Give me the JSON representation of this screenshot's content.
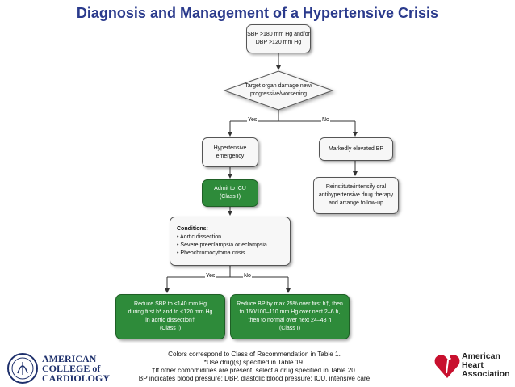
{
  "title": "Diagnosis and Management of a Hypertensive Crisis",
  "nodes": {
    "start": [
      "SBP >180 mm Hg and/or",
      "DBP >120 mm Hg"
    ],
    "decision": [
      "Target organ damage new/",
      "progressive/worsening"
    ],
    "emergency": [
      "Hypertensive",
      "emergency"
    ],
    "elevated": [
      "Markedly elevated BP"
    ],
    "icu": [
      "Admit to ICU",
      "(Class I)"
    ],
    "reinstitute": [
      "Reinstitute/intensify oral",
      "antihypertensive drug therapy",
      "and arrange follow-up"
    ],
    "conditions_title": "Conditions:",
    "conditions": [
      "• Aortic dissection",
      "• Severe preeclampsia or eclampsia",
      "• Pheochromocytoma crisis"
    ],
    "reduce_sbp": [
      "Reduce SBP to <140 mm Hg",
      "during first h* and to <120 mm Hg",
      "in aortic dissection†",
      "(Class I)"
    ],
    "reduce_bp": [
      "Reduce BP by max 25% over first h†, then",
      "to 160/100–110 mm Hg over next 2–6 h,",
      "then to normal over next 24–48 h",
      "(Class I)"
    ]
  },
  "edge_labels": {
    "yes1": "Yes",
    "no1": "No",
    "yes2": "Yes",
    "no2": "No"
  },
  "footer": [
    "Colors correspond to Class of Recommendation in Table 1.",
    "*Use drug(s) specified in Table 19.",
    "†If other comorbidities are present, select a drug specified in Table 20.",
    "BP indicates blood pressure; DBP, diastolic blood pressure; ICU, intensive care"
  ],
  "logos": {
    "acc": [
      "AMERICAN",
      "COLLEGE of",
      "CARDIOLOGY"
    ],
    "aha": [
      "American",
      "Heart",
      "Association"
    ]
  },
  "colors": {
    "title": "#2a3a8c",
    "class_i_green": "#2e8b3a",
    "aha_red": "#c8102e"
  }
}
